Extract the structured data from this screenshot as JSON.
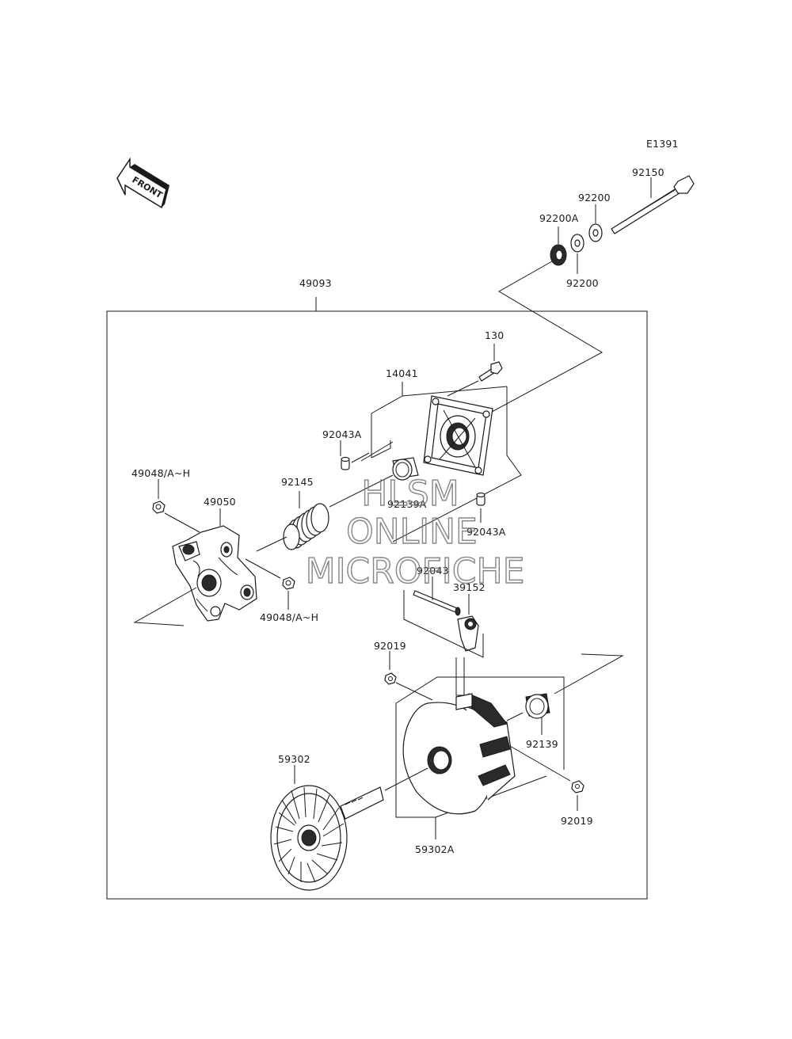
{
  "diagram_code": "E1391",
  "front_label": "FRONT",
  "assembly_label": "49093",
  "part_labels": {
    "p92150": "92150",
    "p92200_top": "92200",
    "p92200A": "92200A",
    "p92200_bottom": "92200",
    "p130": "130",
    "p14041": "14041",
    "p92043A_top": "92043A",
    "p92043A_bottom": "92043A",
    "p92145": "92145",
    "p92139A": "92139A",
    "p49048_top": "49048/A~H",
    "p49048_bottom": "49048/A~H",
    "p49050": "49050",
    "p92043": "92043",
    "p39152": "39152",
    "p92019_left": "92019",
    "p92019_right": "92019",
    "p92139": "92139",
    "p59302": "59302",
    "p59302A": "59302A"
  },
  "watermark": {
    "line1": "HLSM",
    "line2": "ONLINE",
    "line3": "MICROFICHE"
  }
}
